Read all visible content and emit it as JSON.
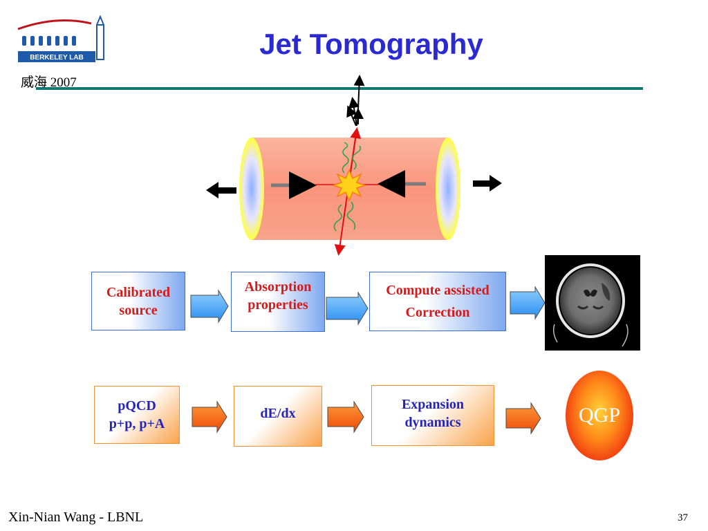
{
  "header": {
    "title": "Jet Tomography",
    "logo_text": "BERKELEY LAB",
    "logo_caption": "威海 2007"
  },
  "flow_top": {
    "boxes": [
      "Calibrated source",
      "Absorption properties",
      "Compute assisted Correction"
    ],
    "box_lines": [
      [
        "Calibrated",
        "source"
      ],
      [
        "Absorption",
        "properties"
      ],
      [
        "Compute assisted",
        "Correction"
      ]
    ],
    "end_image": "ct-brain-scan"
  },
  "flow_bottom": {
    "box_lines": [
      [
        "pQCD",
        "p+p, p+A"
      ],
      [
        "dE/dx"
      ],
      [
        "Expansion",
        "dynamics"
      ]
    ],
    "end_label": "QGP"
  },
  "footer": {
    "author": "Xin-Nian Wang - LBNL",
    "page_number": "37"
  },
  "colors": {
    "title": "#2a2ad0",
    "rule": "#0c7a72",
    "blue_text": "#d41a1a",
    "orange_text": "#2424b8",
    "blue_arrow": "#3b9bf5",
    "orange_arrow": "#f06010",
    "cylinder": "#f9a087",
    "cylinder_cap": "#ffff40"
  }
}
